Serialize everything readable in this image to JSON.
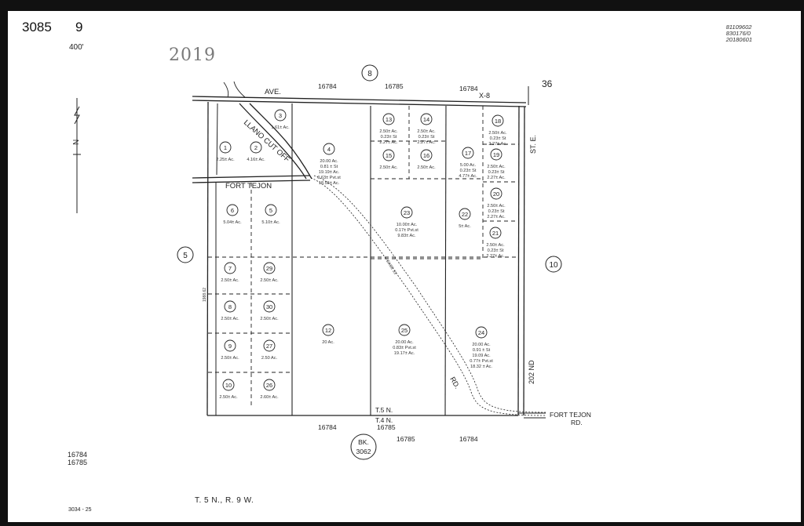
{
  "header": {
    "book_no": "3085",
    "page_no": "9",
    "scale": "400'",
    "year": "2019",
    "codes": [
      "81109602",
      "830176/0",
      "20180601"
    ]
  },
  "map_numbers": {
    "top_circle": "8",
    "left_circle": "5",
    "right_circle": "10",
    "top_right_36": "36",
    "x8": "X-8",
    "code_16784": "16784",
    "code_16785": "16785",
    "t5n": "T.5 N.",
    "t4n": "T.4 N.",
    "bk_label": "BK.",
    "bk_no": "3062",
    "side_dim": "1988.62"
  },
  "streets": {
    "ave": "AVE.",
    "llano_cut_off": "LLANO CUT OFF",
    "fort_tejon": "FORT TEJON",
    "st_e": "ST. E.",
    "rd": "RD.",
    "street_202nd": "202 ND",
    "fort_tejon_rd_1": "FORT TEJON",
    "fort_tejon_rd_2": "RD.",
    "easement": "EASE 33'"
  },
  "parcels": [
    {
      "no": "1",
      "area": "2.25± Ac."
    },
    {
      "no": "2",
      "area": "4.16± Ac."
    },
    {
      "no": "3",
      "area": "1.61± Ac."
    },
    {
      "no": "4",
      "area_lines": [
        "20.00 Ac.",
        "0.81 ± St",
        "19.19± Ac.",
        "0.63± Pvt.st",
        "18.56± Ac."
      ]
    },
    {
      "no": "6",
      "area": "5.04± Ac."
    },
    {
      "no": "5",
      "area": "5.10± Ac."
    },
    {
      "no": "7",
      "area": "2.50± Ac."
    },
    {
      "no": "29",
      "area": "2.50± Ac."
    },
    {
      "no": "8",
      "area": "2.50± Ac."
    },
    {
      "no": "30",
      "area": "2.50± Ac."
    },
    {
      "no": "9",
      "area": "2.50± Ac."
    },
    {
      "no": "27",
      "area": "2.50 Ac."
    },
    {
      "no": "10",
      "area": "2.50± Ac."
    },
    {
      "no": "26",
      "area": "2.60± Ac."
    },
    {
      "no": "12",
      "area": "20 Ac."
    },
    {
      "no": "13",
      "area_lines": [
        "2.50± Ac.",
        "0.23± St",
        "2.27± Ac."
      ]
    },
    {
      "no": "14",
      "area_lines": [
        "2.50± Ac.",
        "0.23± St",
        "2.27± Ac."
      ]
    },
    {
      "no": "15",
      "area": "2.50± Ac."
    },
    {
      "no": "16",
      "area": "2.50± Ac."
    },
    {
      "no": "17",
      "area_lines": [
        "5.00 Ac.",
        "0.23± St",
        "4.77± Ac."
      ]
    },
    {
      "no": "18",
      "area_lines": [
        "2.50± Ac.",
        "0.23± St",
        "2.27± Ac."
      ]
    },
    {
      "no": "19",
      "area_lines": [
        "2.50± Ac.",
        "0.23± St",
        "2.27± Ac."
      ]
    },
    {
      "no": "20",
      "area_lines": [
        "2.50± Ac.",
        "0.23± St",
        "2.27± Ac."
      ]
    },
    {
      "no": "21",
      "area_lines": [
        "2.50± Ac.",
        "0.23± St",
        "2.27± Ac."
      ]
    },
    {
      "no": "22",
      "area": "5± Ac."
    },
    {
      "no": "23",
      "area_lines": [
        "10.00± Ac.",
        "0.17± Pvt.st",
        "9.83± Ac."
      ]
    },
    {
      "no": "25",
      "area_lines": [
        "20.00 Ac.",
        "0.83± Pvt.st",
        "19.17± Ac."
      ]
    },
    {
      "no": "24",
      "area_lines": [
        "20.00 Ac.",
        "0.91 ± St",
        "19.09 Ac.",
        "0.77± Pvt.st",
        "18.32 ± Ac."
      ]
    }
  ],
  "footer": {
    "left_codes": [
      "16784",
      "16785"
    ],
    "twp": "T. 5 N., R. 9 W.",
    "page_ref": "3034 - 25"
  }
}
